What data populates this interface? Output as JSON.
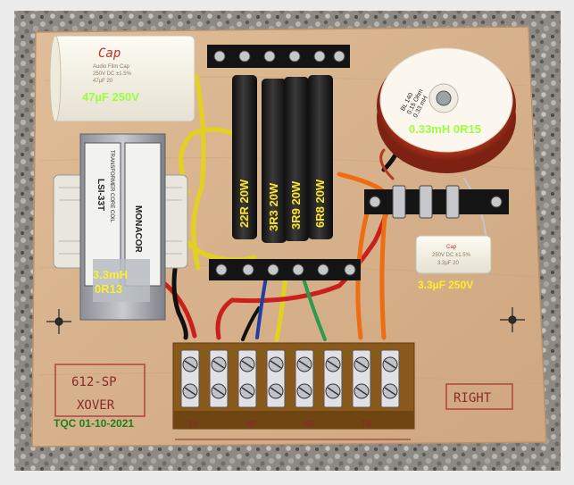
{
  "board": {
    "cap_large": {
      "brand": "Cap",
      "lines": [
        "Audio Film Cap",
        "250V DC ±1.5%",
        "47µF 20"
      ],
      "label": "47µF 250V"
    },
    "coil_iron": {
      "model": "LSI-33T",
      "vertical_text": "TRANSFORMER CORE COIL",
      "brand": "MONACOR",
      "label_line1": "3.3mH",
      "label_line2": "0R13"
    },
    "resistors": [
      {
        "label": "22R 20W"
      },
      {
        "label": "3R3 20W"
      },
      {
        "label": "3R9 20W"
      },
      {
        "label": "6R8 20W"
      }
    ],
    "coil_air": {
      "spool_lines": [
        "BL 140",
        "0.15 Ohm",
        "0.33 mH"
      ],
      "label": "0.33mH 0R15"
    },
    "cap_small": {
      "lines": [
        "Cap",
        "250V DC ±1.5%",
        "3.3µF 20"
      ],
      "label": "3.3µF 250V"
    },
    "terminal_labels": [
      "In",
      "WF",
      "MR",
      "TW"
    ],
    "stamp_left": {
      "line1": "612-SP",
      "line2": "XOVER",
      "date": "TQC 01-10-2021"
    },
    "stamp_right": "RIGHT"
  },
  "colors": {
    "board": "#d8b48e",
    "gravel": "#8f8c87",
    "resistor": "#1e1e1e",
    "coil_copper": "#b23a1f",
    "wire_yellow": "#e2d21f",
    "wire_red": "#c9201e",
    "wire_black": "#111111",
    "wire_orange": "#ee6d12",
    "wire_blue": "#1f3fa6",
    "wire_green": "#2e9a4e",
    "label_green": "#9dff3a",
    "label_yellow": "#ffef28"
  }
}
